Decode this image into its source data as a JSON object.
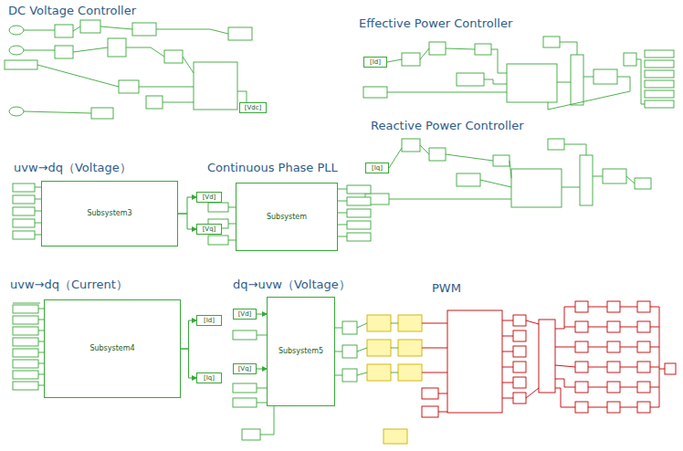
{
  "diagram": {
    "nodes": [
      {
        "text": [
          "[Vdc]"
        ]
      },
      {
        "text": [
          "[Id]"
        ]
      },
      {
        "text": [
          "[Iq]"
        ]
      },
      {
        "text": [
          "Subsystem3"
        ]
      },
      {
        "text": [
          "[Vd]"
        ]
      },
      {
        "text": [
          "[Vq]"
        ]
      },
      {
        "text": [
          "Subsystem"
        ]
      },
      {
        "text": [
          "Subsystem4"
        ]
      },
      {
        "text": [
          "[Id]"
        ]
      },
      {
        "text": [
          "[Iq]"
        ]
      },
      {
        "text": [
          "[Vd]"
        ]
      },
      {
        "text": [
          "[Vq]"
        ]
      },
      {
        "text": [
          "Subsystem5"
        ]
      }
    ],
    "edges": [
      {
        "from": 3,
        "to": 4,
        "arrow": "to"
      },
      {
        "from": 3,
        "to": 5,
        "arrow": "to"
      },
      {
        "from": 7,
        "to": 8,
        "arrow": "to"
      },
      {
        "from": 7,
        "to": 9,
        "arrow": "to"
      },
      {
        "from": 10,
        "to": 12,
        "arrow": "to"
      },
      {
        "from": 11,
        "to": 12,
        "arrow": "to"
      }
    ],
    "labels": [
      "DC Voltage Controller",
      "Effective Power Controller",
      "Reactive Power Controller",
      "uvw→dq（Voltage）",
      "Continuous Phase PLL",
      "uvw→dq（Current）",
      "dq→uvw（Voltage）",
      "PWM"
    ]
  }
}
